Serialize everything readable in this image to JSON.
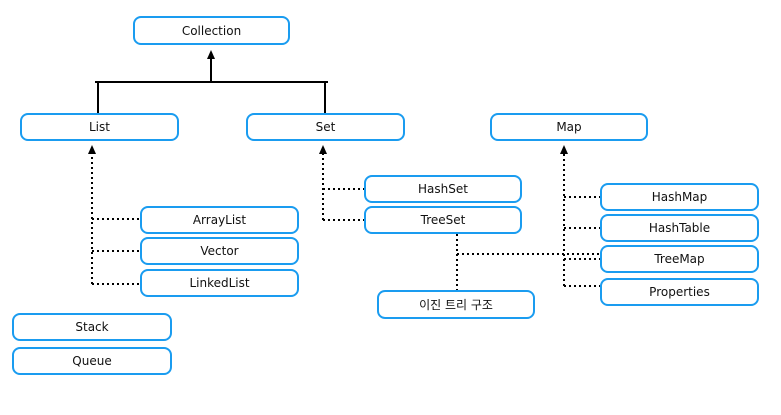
{
  "nodes": {
    "collection": "Collection",
    "list": "List",
    "set": "Set",
    "map": "Map",
    "arraylist": "ArrayList",
    "vector": "Vector",
    "linkedlist": "LinkedList",
    "stack": "Stack",
    "queue": "Queue",
    "hashset": "HashSet",
    "treeset": "TreeSet",
    "binary_tree": "이진 트리 구조",
    "hashmap": "HashMap",
    "hashtable": "HashTable",
    "treemap": "TreeMap",
    "properties": "Properties"
  },
  "colors": {
    "node_border": "#1a9cf0",
    "line": "#000000"
  }
}
